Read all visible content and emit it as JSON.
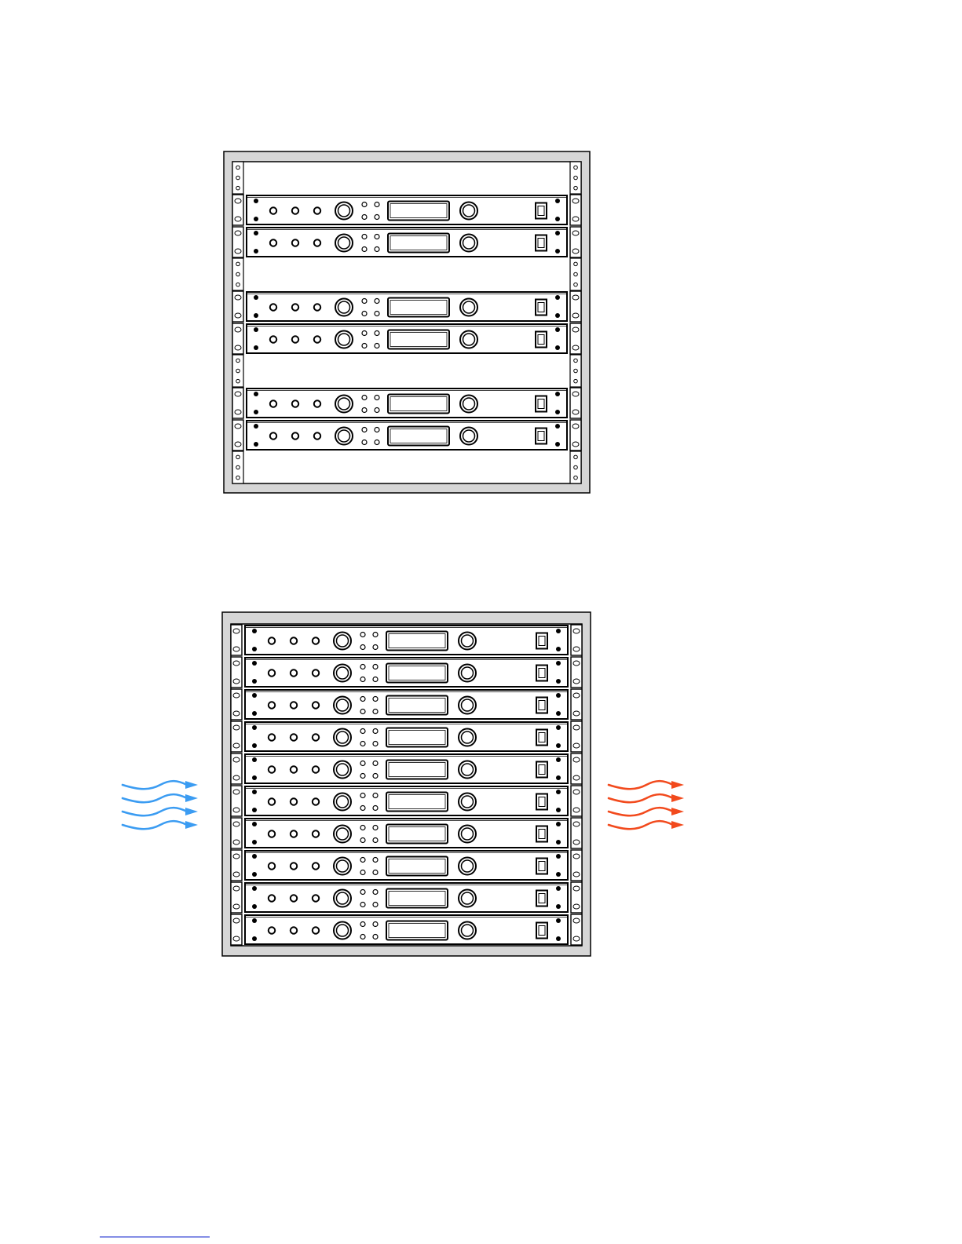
{
  "colors": {
    "cool_air": "#3b9cf2",
    "hot_air": "#f24a1d",
    "cabinet_frame": "#d6d6d6",
    "outline": "#000000",
    "panel": "#ffffff",
    "footnote_rule": "#3b4bd8"
  },
  "racks": [
    {
      "id": "spaced-rack",
      "slots": [
        "blank",
        "unit",
        "unit",
        "blank",
        "unit",
        "unit",
        "blank",
        "unit",
        "unit",
        "blank"
      ]
    },
    {
      "id": "full-rack",
      "slots": [
        "unit",
        "unit",
        "unit",
        "unit",
        "unit",
        "unit",
        "unit",
        "unit",
        "unit",
        "unit"
      ]
    }
  ],
  "unit_front_panel": {
    "small_knob_icons": 3,
    "large_knob_icons": 2,
    "indicator_leds": 4,
    "display_icon": "lcd-display-icon",
    "switch_icon": "power-switch-icon"
  },
  "airflow": {
    "intake": {
      "direction": "right",
      "color": "#3b9cf2",
      "arrow_icon": "wavy-arrow-icon",
      "count": 4
    },
    "exhaust": {
      "direction": "right",
      "color": "#f24a1d",
      "arrow_icon": "wavy-arrow-icon",
      "count": 4
    }
  }
}
